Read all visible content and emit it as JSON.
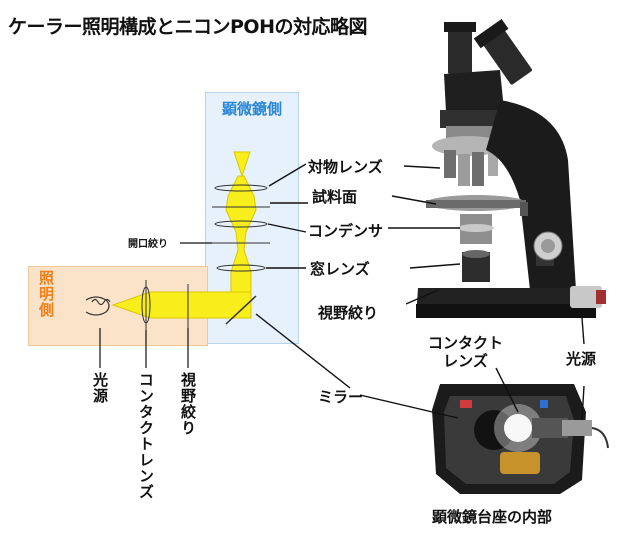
{
  "title": "ケーラー照明構成とニコンPOHの対応略図",
  "schematic": {
    "microscope_side": "顕微鏡側",
    "illumination_side": "照明側",
    "aperture_stop": "開口絞り",
    "light_source": "光源",
    "contact_lens": "コンタクトレンズ",
    "field_stop": "視野絞り"
  },
  "callouts": {
    "objective": "対物レンズ",
    "stage": "試料面",
    "condenser": "コンデンサ",
    "window_lens": "窓レンズ",
    "field_diaphragm": "視野絞り",
    "mirror": "ミラー",
    "contact_lens": "コンタクト\nレンズ",
    "light_source": "光源",
    "base_interior": "顕微鏡台座の内部"
  },
  "colors": {
    "beam": "#f8ee1c",
    "beam_edge": "#d9c800",
    "blue_panel": "#e6f1fb",
    "orange_panel": "#fbe3c9",
    "blue_text": "#2a86d8",
    "orange_text": "#f07f1a"
  }
}
